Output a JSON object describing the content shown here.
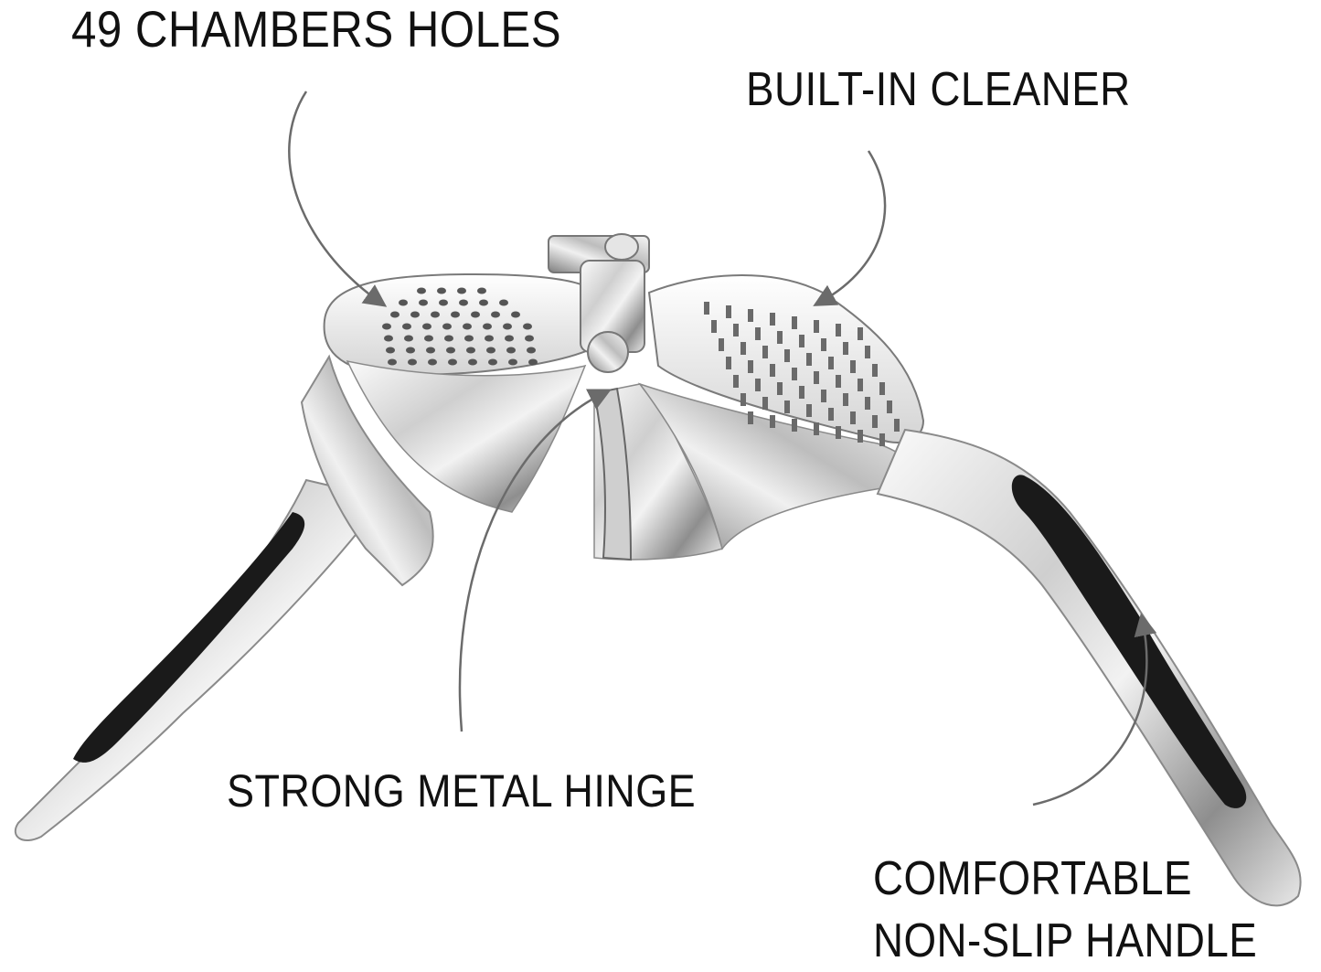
{
  "callouts": {
    "chambers": "49 CHAMBERS HOLES",
    "cleaner": "BUILT-IN CLEANER",
    "hinge": "STRONG METAL HINGE",
    "handle_line1": "COMFORTABLE",
    "handle_line2": "NON-SLIP HANDLE"
  },
  "colors": {
    "background": "#ffffff",
    "text": "#111111",
    "arrow": "#6b6b6b",
    "grip": "#1a1a1a",
    "steel_light": "#f4f4f4",
    "steel_dark": "#7a7a7a"
  },
  "product": {
    "name_icon": "garlic-press-image",
    "hole_count": 49
  }
}
